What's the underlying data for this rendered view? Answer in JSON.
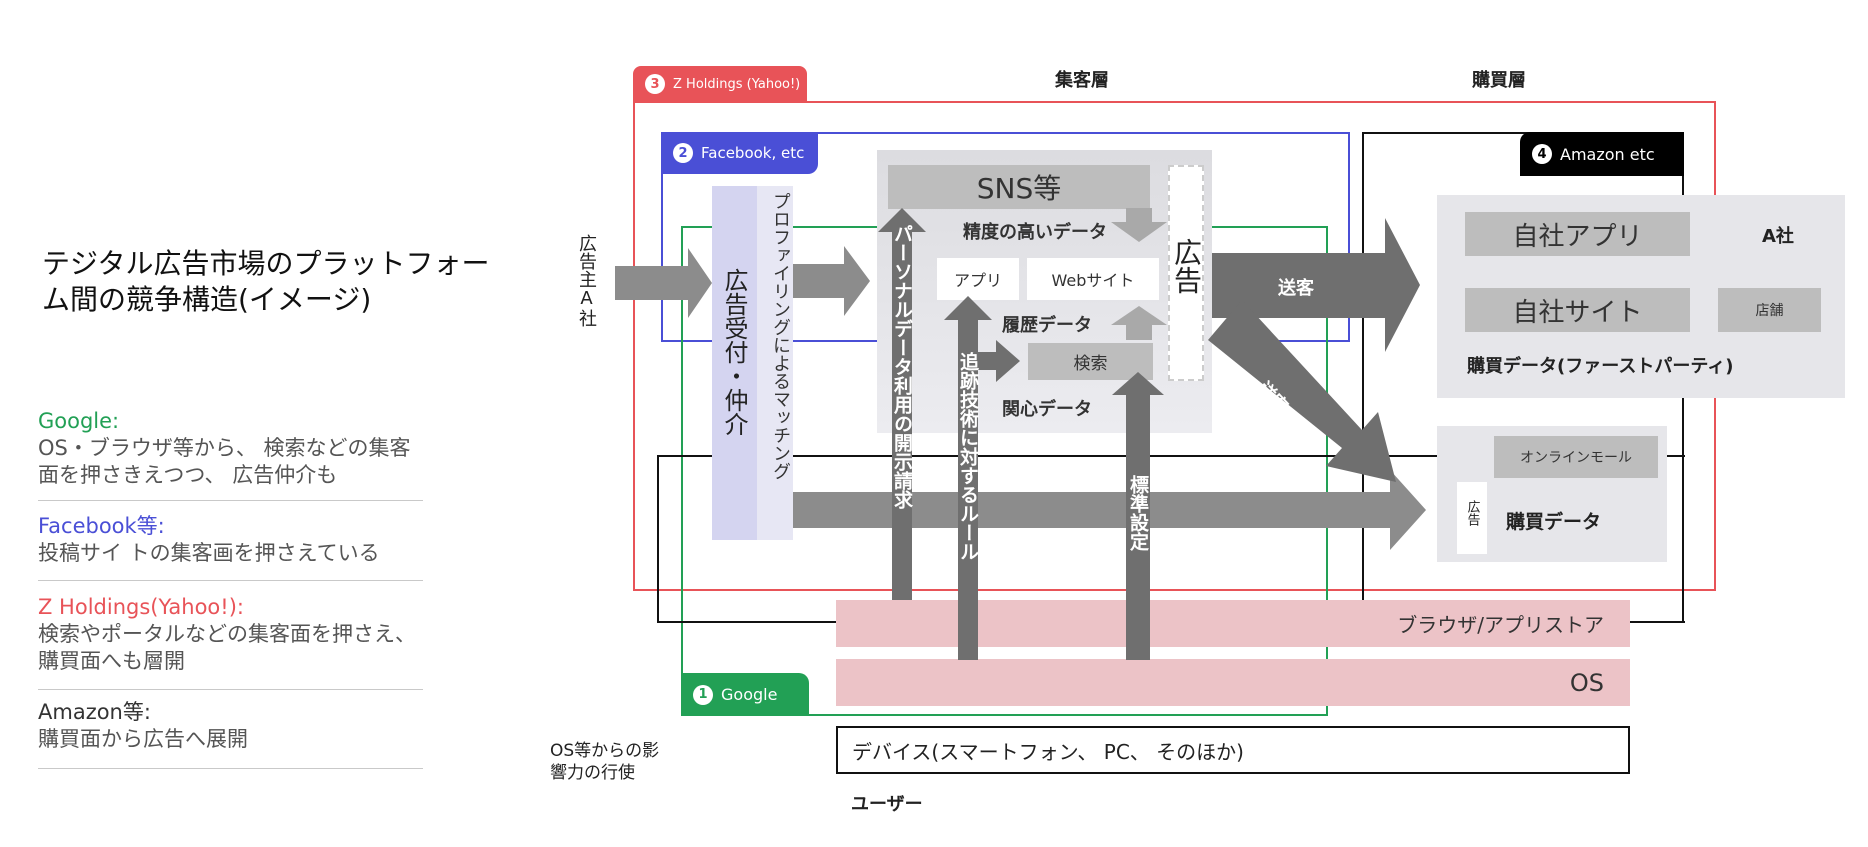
{
  "title": "テジタル広告市場のプラットフォーム間の競争構造(イメージ)",
  "legend": [
    {
      "heading": "Google:",
      "body": "OS・ブラウザ等から、 検索などの集客面を押さきえつつ、 広告仲介も",
      "color": "#22a055"
    },
    {
      "heading": "Facebook等:",
      "body": "投稿サイ トの集客画を押さえている",
      "color": "#4a4fd6"
    },
    {
      "heading": "Z Holdings(Yahoo!):",
      "body": "検索やポータルなどの集客面を押さえ、購買面へも層開",
      "color": "#e85358"
    },
    {
      "heading": "Amazon等:",
      "body": "購買面から広告へ展開",
      "color": "#333333"
    }
  ],
  "layers": {
    "attraction": "集客層",
    "purchase": "購買層"
  },
  "platforms": {
    "yahoo": {
      "num": "3",
      "label": "Z Holdings (Yahoo!)",
      "color": "#e85358"
    },
    "facebook": {
      "num": "2",
      "label": "Facebook, etc",
      "color": "#4a4fd6"
    },
    "google": {
      "num": "1",
      "label": "Google",
      "color": "#22a055"
    },
    "amazon": {
      "num": "4",
      "label": "Amazon etc",
      "color": "#000000"
    }
  },
  "advertiser": "広告主A社",
  "broker": "広告受付・仲介",
  "profiling": "プロファイリングによるマッチング",
  "personal_data": "パーソナルデータ利用の開示請求",
  "tracking": "追跡技術に対するルール",
  "standard": "標準設定",
  "sns": {
    "title": "SNS等",
    "precise_data": "精度の高いデータ",
    "app": "アプリ",
    "web": "Webサイト",
    "history": "履歴データ",
    "search": "検索",
    "interest": "関心データ",
    "ad": "広告"
  },
  "send1": "送客",
  "send2": "送客",
  "company": {
    "app": "自社アプリ",
    "name": "A社",
    "site": "自社サイト",
    "store": "店舗",
    "data": "購買データ(ファーストパーティ)"
  },
  "mall": {
    "title": "オンラインモール",
    "ad": "広告",
    "data": "購買データ"
  },
  "browser": "ブラウザ/アプリストア",
  "os": "OS",
  "device": "デバイス(スマートフォン、 PC、 そのほか)",
  "user": "ユーザー",
  "os_influence": "OS等からの影響力の行使"
}
